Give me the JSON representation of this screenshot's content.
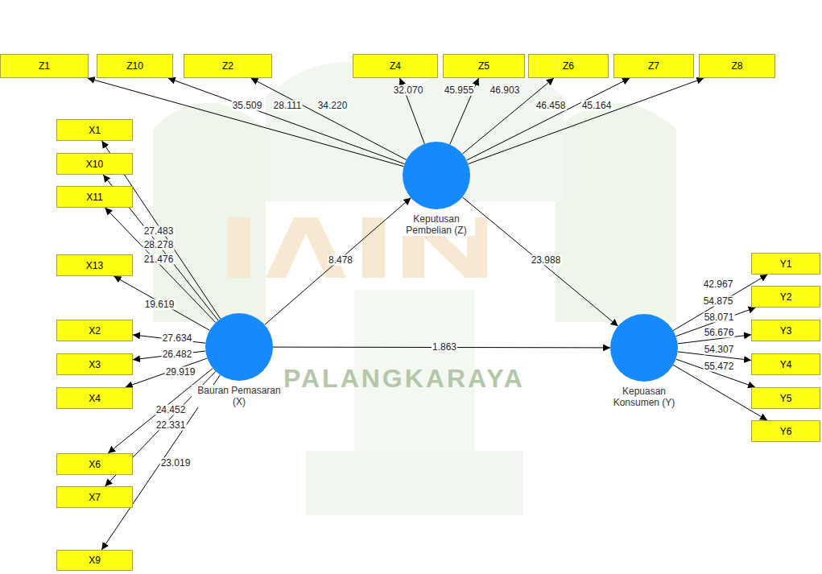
{
  "diagram": {
    "nodes": [
      {
        "text": [
          "Z1"
        ]
      },
      {
        "text": [
          "Z10"
        ]
      },
      {
        "text": [
          "Z2"
        ]
      },
      {
        "text": [
          "Z4"
        ]
      },
      {
        "text": [
          "Z5"
        ]
      },
      {
        "text": [
          "Z6"
        ]
      },
      {
        "text": [
          "Z7"
        ]
      },
      {
        "text": [
          "Z8"
        ]
      },
      {
        "text": [
          "X1"
        ]
      },
      {
        "text": [
          "X10"
        ]
      },
      {
        "text": [
          "X11"
        ]
      },
      {
        "text": [
          "X13"
        ]
      },
      {
        "text": [
          "X2"
        ]
      },
      {
        "text": [
          "X3"
        ]
      },
      {
        "text": [
          "X4"
        ]
      },
      {
        "text": [
          "X6"
        ]
      },
      {
        "text": [
          "X7"
        ]
      },
      {
        "text": [
          "X9"
        ]
      },
      {
        "text": [
          "Keputusan Pembelian (Z)"
        ]
      },
      {
        "text": [
          "Bauran Pemasaran (X)"
        ]
      },
      {
        "text": [
          "Kepuasan Konsumen (Y)"
        ]
      },
      {
        "text": [
          "Y1"
        ]
      },
      {
        "text": [
          "Y2"
        ]
      },
      {
        "text": [
          "Y3"
        ]
      },
      {
        "text": [
          "Y4"
        ]
      },
      {
        "text": [
          "Y5"
        ]
      },
      {
        "text": [
          "Y6"
        ]
      }
    ],
    "edges": [
      {
        "from": 19,
        "to": 8,
        "label": "27.483",
        "arrow": "to"
      },
      {
        "from": 19,
        "to": 9,
        "label": "28.278",
        "arrow": "to"
      },
      {
        "from": 19,
        "to": 10,
        "label": "21.476",
        "arrow": "to"
      },
      {
        "from": 19,
        "to": 11,
        "label": "19.619",
        "arrow": "to"
      },
      {
        "from": 19,
        "to": 12,
        "label": "27.634",
        "arrow": "to"
      },
      {
        "from": 19,
        "to": 13,
        "label": "26.482",
        "arrow": "to"
      },
      {
        "from": 19,
        "to": 14,
        "label": "29.919",
        "arrow": "to"
      },
      {
        "from": 19,
        "to": 15,
        "label": "24.452",
        "arrow": "to"
      },
      {
        "from": 19,
        "to": 16,
        "label": "22.331",
        "arrow": "to"
      },
      {
        "from": 19,
        "to": 17,
        "label": "23.019",
        "arrow": "to"
      },
      {
        "from": 18,
        "to": 0,
        "label": "35.509",
        "arrow": "to"
      },
      {
        "from": 18,
        "to": 1,
        "label": "28.111",
        "arrow": "to"
      },
      {
        "from": 18,
        "to": 2,
        "label": "34.220",
        "arrow": "to"
      },
      {
        "from": 18,
        "to": 3,
        "label": "32.070",
        "arrow": "to"
      },
      {
        "from": 18,
        "to": 4,
        "label": "45.955",
        "arrow": "to"
      },
      {
        "from": 18,
        "to": 5,
        "label": "46.903",
        "arrow": "to"
      },
      {
        "from": 18,
        "to": 6,
        "label": "46.458",
        "arrow": "to"
      },
      {
        "from": 18,
        "to": 7,
        "label": "45.164",
        "arrow": "to"
      },
      {
        "from": 20,
        "to": 21,
        "label": "42.967",
        "arrow": "to"
      },
      {
        "from": 20,
        "to": 22,
        "label": "54.875",
        "arrow": "to"
      },
      {
        "from": 20,
        "to": 23,
        "label": "58.071",
        "arrow": "to"
      },
      {
        "from": 20,
        "to": 24,
        "label": "56.676",
        "arrow": "to"
      },
      {
        "from": 20,
        "to": 25,
        "label": "54.307",
        "arrow": "to"
      },
      {
        "from": 20,
        "to": 26,
        "label": "55.472",
        "arrow": "to"
      },
      {
        "from": 19,
        "to": 18,
        "label": "8.478",
        "arrow": "to"
      },
      {
        "from": 18,
        "to": 20,
        "label": "23.988",
        "arrow": "to"
      },
      {
        "from": 19,
        "to": 20,
        "label": "1.863",
        "arrow": "to"
      }
    ],
    "labels": [
      "PALANGKARAYA"
    ]
  }
}
